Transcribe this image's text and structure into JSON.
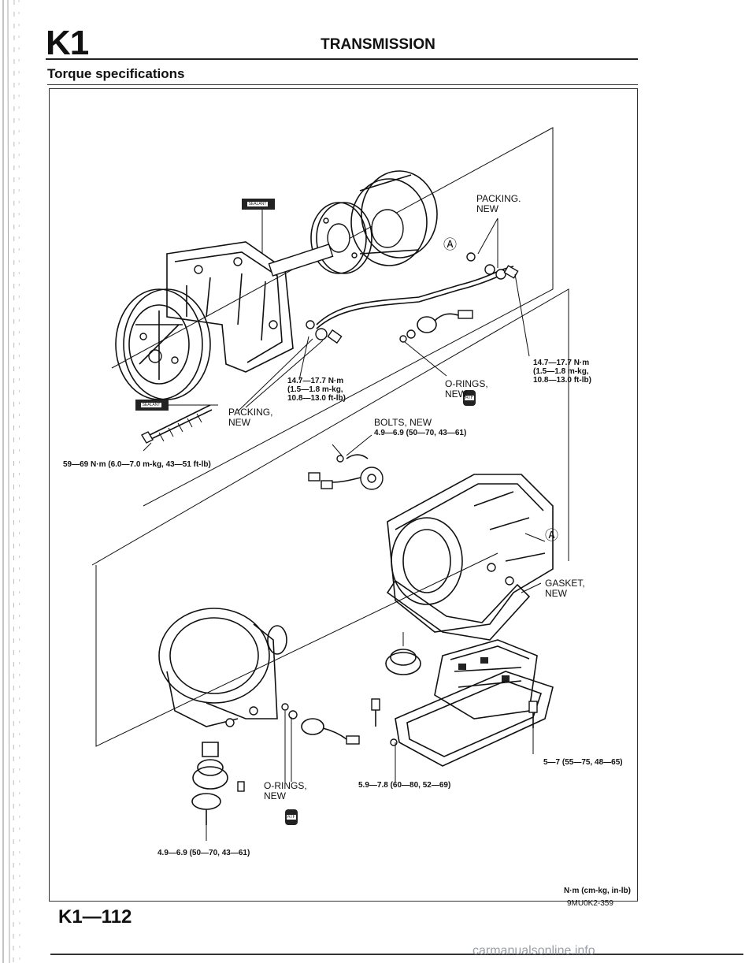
{
  "header": {
    "section_code": "K1",
    "title": "TRANSMISSION",
    "subtitle": "Torque specifications"
  },
  "labels": {
    "packing_new_top": "PACKING.\nNEW",
    "marker_a_top": "Ⓐ",
    "torque_left_mid": "14.7—17.7 N·m\n(1.5—1.8 m-kg,\n10.8—13.0 ft-lb)",
    "torque_right_top": "14.7—17.7 N·m\n(1.5—1.8 m-kg,\n10.8—13.0 ft-lb)",
    "orings_new_top": "O-RINGS,\nNEW",
    "packing_new_left": "PACKING,\nNEW",
    "bolts_new": "BOLTS, NEW",
    "bolts_torque": "4.9—6.9 (50—70, 43—61)",
    "torque_59_69": "59—69 N·m (6.0—7.0 m-kg, 43—51 ft-lb)",
    "marker_a_right": "Ⓐ",
    "gasket_new": "GASKET,\nNEW",
    "torque_5_7": "5—7 (55—75, 48—65)",
    "torque_5_9_7_8": "5.9—7.8 (60—80, 52—69)",
    "orings_new_bottom": "O-RINGS,\nNEW",
    "torque_bottom": "4.9—6.9 (50—70, 43—61)",
    "units_note": "N·m (cm-kg, in-lb)",
    "sealant_top": "SEALANT",
    "sealant_left": "SEALANT",
    "atf_1": "ATF",
    "atf_2": "ATF"
  },
  "footer": {
    "page_number": "K1—112",
    "figure_ref": "9MU0K2-359",
    "watermark": "carmanualsonline.info"
  }
}
